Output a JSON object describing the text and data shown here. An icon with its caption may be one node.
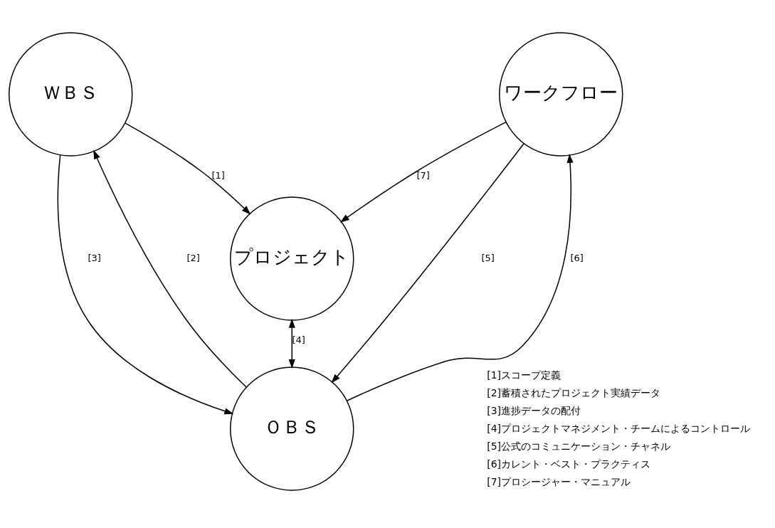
{
  "diagram": {
    "nodes": [
      {
        "text": [
          "ＷＢＳ"
        ]
      },
      {
        "text": [
          "ワークフロー"
        ]
      },
      {
        "text": [
          "プロジェクト"
        ]
      },
      {
        "text": [
          "ＯＢＳ"
        ]
      }
    ],
    "edges": [
      {
        "from": 0,
        "to": 2,
        "arrow": "to",
        "label": "[1]"
      },
      {
        "from": 1,
        "to": 2,
        "arrow": "to",
        "label": "[7]"
      },
      {
        "from": 3,
        "to": 0,
        "arrow": "to",
        "label": "[2]"
      },
      {
        "from": 0,
        "to": 3,
        "arrow": "to",
        "label": "[3]"
      },
      {
        "from": 2,
        "to": 3,
        "arrow": "both",
        "label": "[4]"
      },
      {
        "from": 3,
        "to": 1,
        "arrow": "to",
        "label": "[6]"
      },
      {
        "from": 1,
        "to": 3,
        "arrow": "to",
        "label": "[5]"
      }
    ],
    "labels": [
      "[1]スコープ定義",
      "[2]蓄積されたプロジェクト実績データ",
      "[3]進捗データの配付",
      "[4]プロジェクトマネジメント・チームによるコントロール",
      "[5]公式のコミュニケーション・チャネル",
      "[6]カレント・ベスト・プラクティス",
      "[7]プロシージャー・マニュアル"
    ]
  }
}
